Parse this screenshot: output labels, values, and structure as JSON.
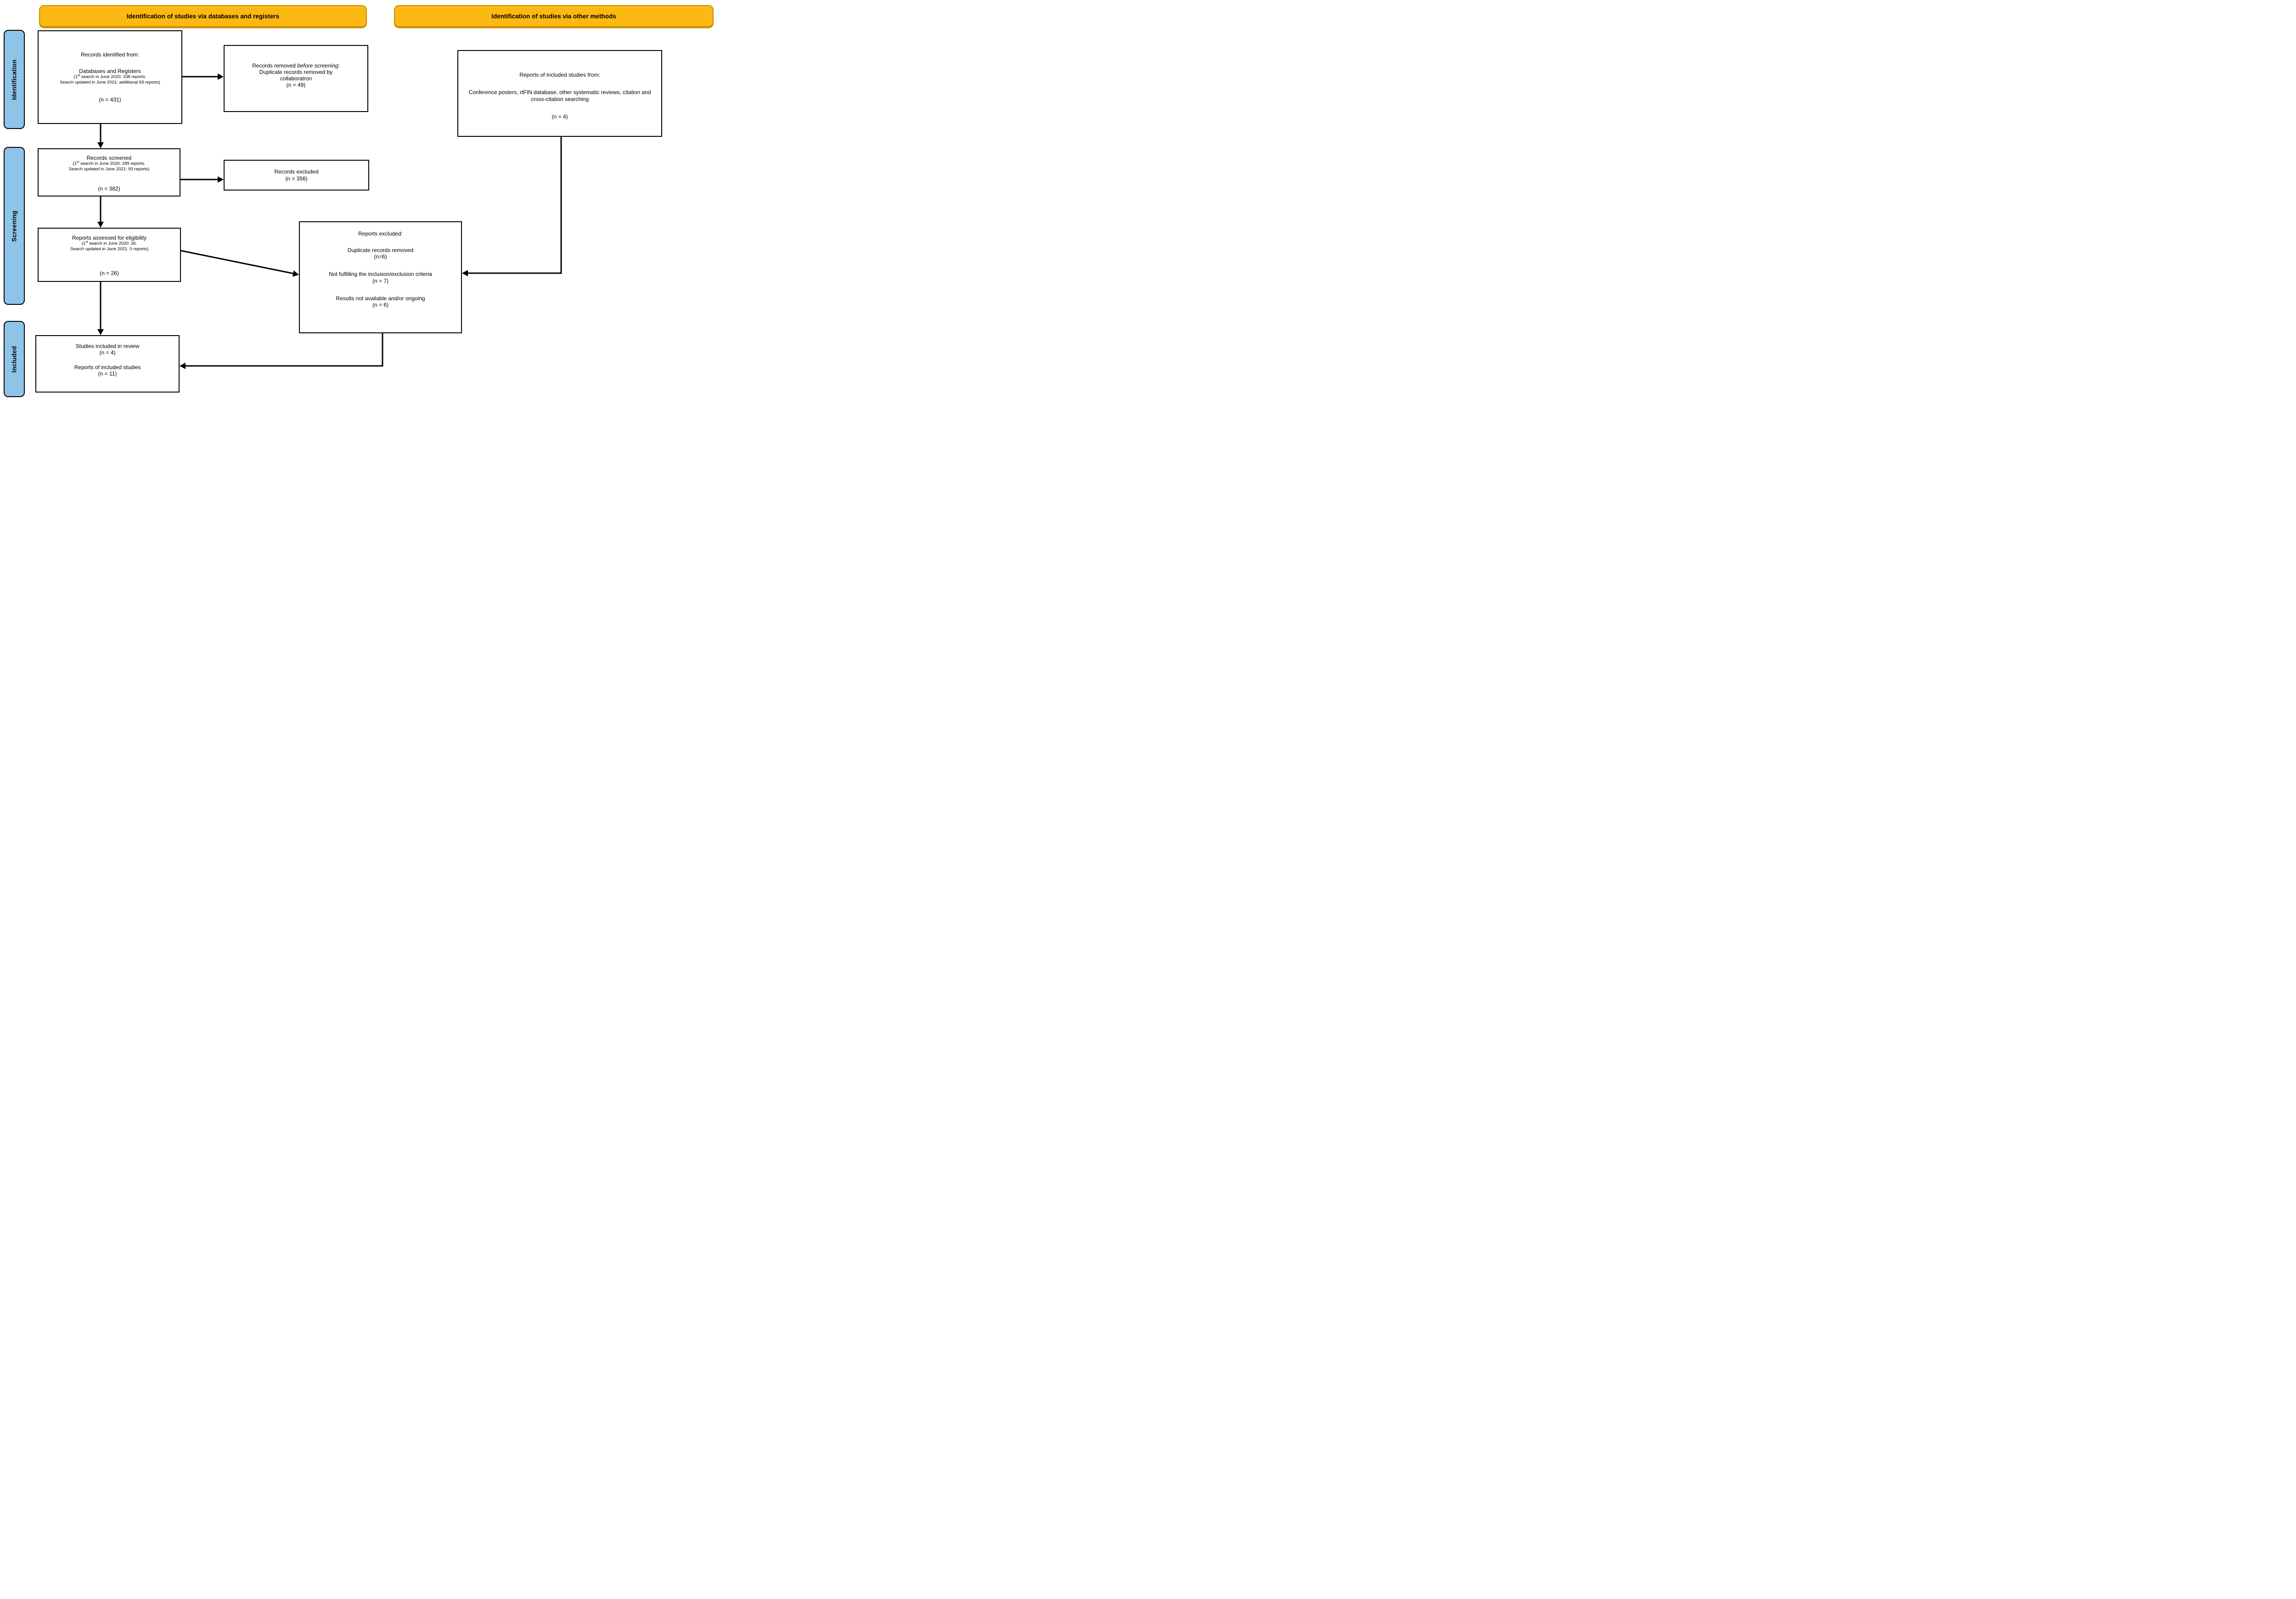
{
  "banners": {
    "left": "Identification of studies via databases and registers",
    "right": "Identification of studies via other methods"
  },
  "side_labels": {
    "identification": "Identification",
    "screening": "Screening",
    "included": "Included"
  },
  "boxes": {
    "records_identified": {
      "line1": "Records identified from:",
      "line2": "Databases and Registers",
      "small1_pre": "(1",
      "sup": "st",
      "small1_post": " search in June 2020: 338 reports.",
      "small2": "Search updated in June 2021: additional 93 reports)",
      "n": "(n = 431)"
    },
    "records_removed": {
      "title_pre": "Records removed ",
      "title_italic": "before screening",
      "title_post": ":",
      "line2": "Duplicate records removed by",
      "line3": "collaboratron",
      "n": "(n = 49)"
    },
    "other_methods_reports": {
      "line1": "Reports of included studies from:",
      "line2": "Conference posters, rtFIN database, other systematic reviews, citation and cross-citation searching",
      "n": "(n = 4)"
    },
    "records_screened": {
      "line1": "Records screened",
      "small1_pre": "(1",
      "sup": "st",
      "small1_post": " search in June 2020: 289 reports.",
      "small2": "Search updated in June 2021: 93 reports)",
      "n": "(n = 382)"
    },
    "records_excluded": {
      "line1": "Records excluded",
      "n": "(n = 356)"
    },
    "reports_assessed": {
      "line1": "Reports assessed for eligibility",
      "small1_pre": "(1",
      "sup": "st",
      "small1_post": " search in June 2020: 26.",
      "small2": "Search updated in June 2021: 0 reports)",
      "n": "(n = 26)"
    },
    "reports_excluded": {
      "title": "Reports excluded:",
      "item1": "Duplicate records removed",
      "item1_n": "(n=6)",
      "item2": "Not fulfilling the inclusion/exclusion criteria",
      "item2_n": "(n = 7)",
      "item3": "Results not available and/or ongoing",
      "item3_n": "(n = 6)"
    },
    "studies_included": {
      "line1": "Studies included in review",
      "n1": "(n = 4)",
      "line2": "Reports of included studies",
      "n2": "(n = 11)"
    }
  },
  "colors": {
    "banner_fill": "#FCB813",
    "banner_border": "#C98F00",
    "side_fill": "#8EC4E8"
  }
}
